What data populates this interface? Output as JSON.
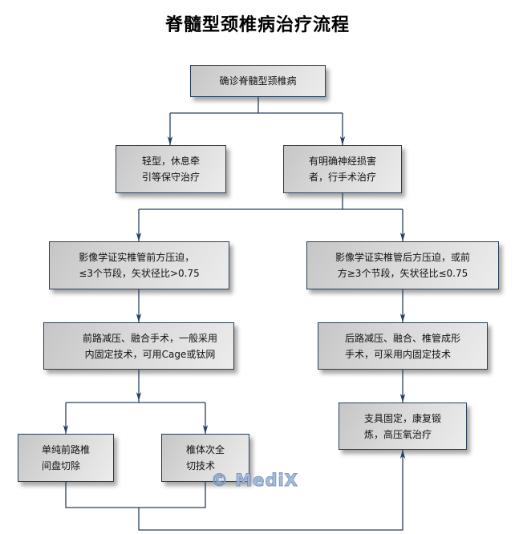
{
  "title": "脊髓型颈椎病治疗流程",
  "colors": {
    "line": "#25405e",
    "box_border": "#25405e",
    "box_fill_start": "#c6c6c6",
    "box_fill_end": "#ececec",
    "watermark": "#9fb6d6"
  },
  "nodes": {
    "diagnosis": {
      "lines": [
        "确诊脊髓型颈椎病"
      ]
    },
    "mild": {
      "lines": [
        "轻型，休息牵",
        "引等保守治疗"
      ]
    },
    "neuro_damage": {
      "lines": [
        "有明确神经损害",
        "者，行手术治疗"
      ]
    },
    "anterior_compression": {
      "lines": [
        "影像学证实椎管前方压迫，",
        "≤3个节段，矢状径比>0.75"
      ]
    },
    "posterior_compression": {
      "lines": [
        "影像学证实椎管后方压迫，或前",
        "方≥3个节段，矢状径比≤0.75"
      ]
    },
    "anterior_surgery": {
      "lines": [
        "前路减压、融合手术，一般采用",
        "内固定技术，可用Cage或钛网"
      ]
    },
    "posterior_surgery": {
      "lines": [
        "后路减压、融合、椎管成形",
        "手术，可采用内固定技术"
      ]
    },
    "discectomy": {
      "lines": [
        "单纯前路椎",
        "间盘切除"
      ]
    },
    "corpectomy": {
      "lines": [
        "椎体次全",
        "切技术"
      ]
    },
    "rehab": {
      "lines": [
        "支具固定，康复锻",
        "炼，高压氧治疗"
      ]
    }
  },
  "edges": [
    {
      "from": "diagnosis",
      "to": "mild"
    },
    {
      "from": "diagnosis",
      "to": "neuro_damage"
    },
    {
      "from": "neuro_damage",
      "to": "anterior_compression"
    },
    {
      "from": "neuro_damage",
      "to": "posterior_compression"
    },
    {
      "from": "anterior_compression",
      "to": "anterior_surgery"
    },
    {
      "from": "posterior_compression",
      "to": "posterior_surgery"
    },
    {
      "from": "anterior_surgery",
      "to": "discectomy"
    },
    {
      "from": "anterior_surgery",
      "to": "corpectomy"
    },
    {
      "from": "posterior_surgery",
      "to": "rehab"
    },
    {
      "from": "discectomy",
      "to": "rehab"
    },
    {
      "from": "corpectomy",
      "to": "rehab"
    }
  ],
  "watermark": "© MediX"
}
